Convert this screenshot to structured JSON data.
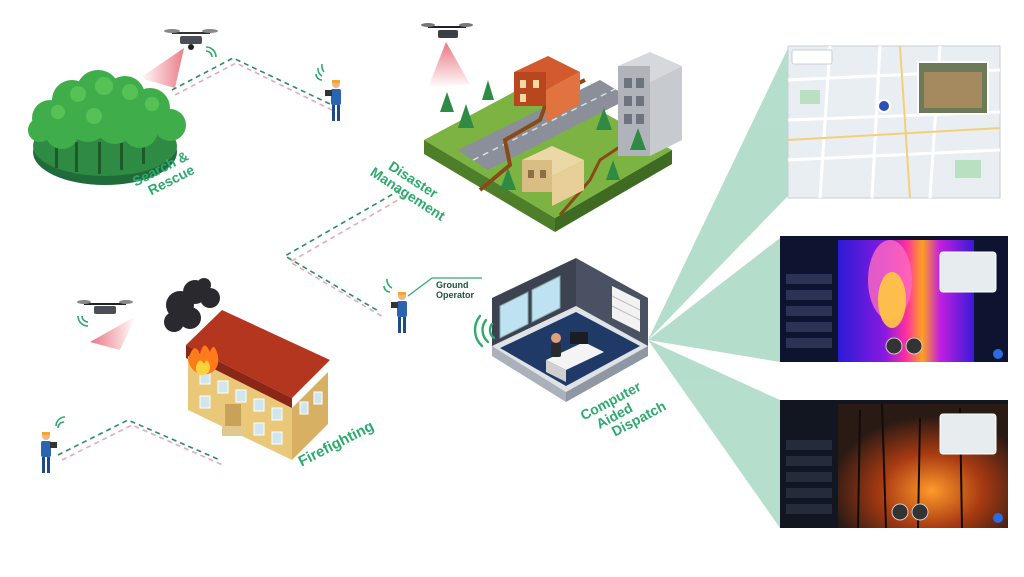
{
  "labels": {
    "search_rescue": [
      "Search &",
      "Rescue"
    ],
    "disaster_management": [
      "Disaster",
      "Management"
    ],
    "firefighting": "Firefighting",
    "ground_operator": [
      "Ground",
      "Operator"
    ],
    "computer_aided_dispatch": [
      "Computer",
      "Aided",
      "Dispatch"
    ]
  },
  "colors": {
    "accent_green": "#2eaa6e",
    "dash_green": "#2a8a6a",
    "dash_pink": "#e8a9b5",
    "beam_red": "#e34b5a",
    "fan_green": "#a8d9c3"
  },
  "icons": [
    "drone-icon",
    "wifi-icon",
    "operator-icon",
    "fire-icon",
    "map-pin-icon"
  ]
}
